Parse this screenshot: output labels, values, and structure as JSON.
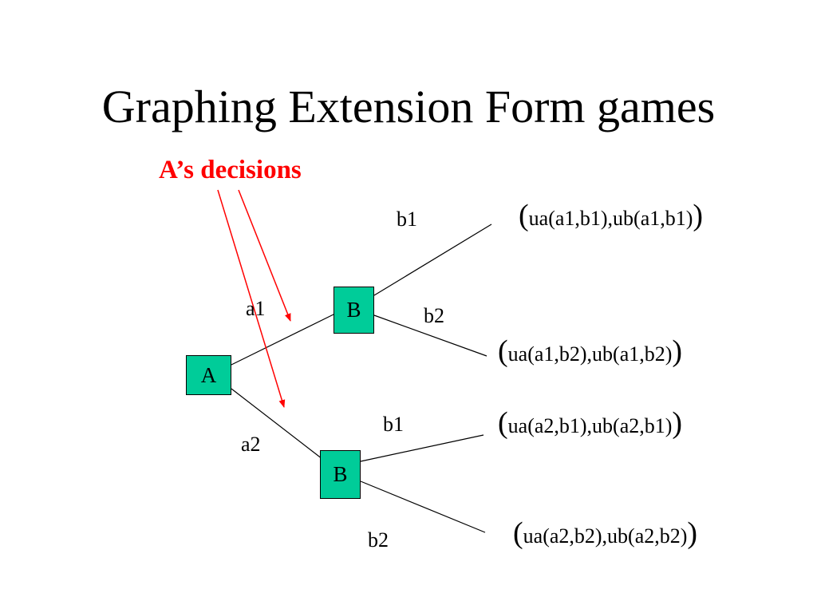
{
  "slide": {
    "title": "Graphing Extension Form games",
    "annotation": "A’s decisions",
    "annotation_color": "#ff0000",
    "node_color": "#00cc99"
  },
  "nodes": {
    "root": "A",
    "upper": "B",
    "lower": "B"
  },
  "edges": {
    "a1": "a1",
    "a2": "a2",
    "upper_b1": "b1",
    "upper_b2": "b2",
    "lower_b1": "b1",
    "lower_b2": "b2"
  },
  "payoffs": {
    "open_paren": "(",
    "close_paren": ")",
    "a1_b1": "ua(a1,b1),ub(a1,b1)",
    "a1_b2": "ua(a1,b2),ub(a1,b2)",
    "a2_b1": "ua(a2,b1),ub(a2,b1)",
    "a2_b2": "ua(a2,b2),ub(a2,b2)"
  }
}
